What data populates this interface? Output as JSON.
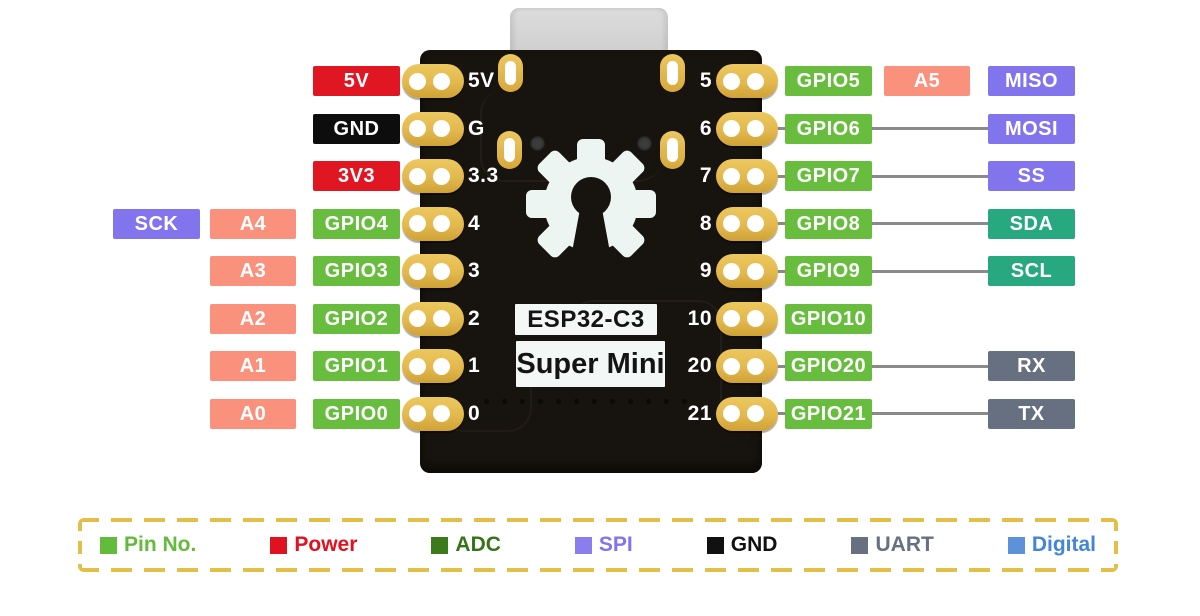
{
  "board": {
    "title_line1": "ESP32-C3",
    "title_line2": "Super Mini"
  },
  "colors": {
    "gpio": "#68bd3f",
    "power": "#e11623",
    "gnd": "#0d0d0d",
    "analog": "#f9917d",
    "spi": "#8174ec",
    "i2c": "#27a87e",
    "uart": "#667080",
    "line": "#8a8a8a",
    "pad_gold": "#e3b84e",
    "legend_border": "#e3bf47"
  },
  "left_rows": [
    {
      "silk": "5V",
      "chips": [
        {
          "text": "5V",
          "type": "power",
          "col": 0
        }
      ]
    },
    {
      "silk": "G",
      "chips": [
        {
          "text": "GND",
          "type": "gnd",
          "col": 0
        }
      ]
    },
    {
      "silk": "3.3",
      "chips": [
        {
          "text": "3V3",
          "type": "power",
          "col": 0
        }
      ]
    },
    {
      "silk": "4",
      "chips": [
        {
          "text": "GPIO4",
          "type": "gpio",
          "col": 0
        },
        {
          "text": "A4",
          "type": "analog",
          "col": 1
        },
        {
          "text": "SCK",
          "type": "spi",
          "col": 2
        }
      ]
    },
    {
      "silk": "3",
      "chips": [
        {
          "text": "GPIO3",
          "type": "gpio",
          "col": 0
        },
        {
          "text": "A3",
          "type": "analog",
          "col": 1
        }
      ]
    },
    {
      "silk": "2",
      "chips": [
        {
          "text": "GPIO2",
          "type": "gpio",
          "col": 0
        },
        {
          "text": "A2",
          "type": "analog",
          "col": 1
        }
      ]
    },
    {
      "silk": "1",
      "chips": [
        {
          "text": "GPIO1",
          "type": "gpio",
          "col": 0
        },
        {
          "text": "A1",
          "type": "analog",
          "col": 1
        }
      ]
    },
    {
      "silk": "0",
      "chips": [
        {
          "text": "GPIO0",
          "type": "gpio",
          "col": 0
        },
        {
          "text": "A0",
          "type": "analog",
          "col": 1
        }
      ]
    }
  ],
  "right_rows": [
    {
      "silk": "5",
      "line": false,
      "chips": [
        {
          "text": "GPIO5",
          "type": "gpio",
          "col": 0
        },
        {
          "text": "A5",
          "type": "analog",
          "col": 1
        },
        {
          "text": "MISO",
          "type": "spi",
          "col": 2
        }
      ]
    },
    {
      "silk": "6",
      "line": true,
      "chips": [
        {
          "text": "GPIO6",
          "type": "gpio",
          "col": 0
        },
        {
          "text": "MOSI",
          "type": "spi",
          "col": 2
        }
      ]
    },
    {
      "silk": "7",
      "line": true,
      "chips": [
        {
          "text": "GPIO7",
          "type": "gpio",
          "col": 0
        },
        {
          "text": "SS",
          "type": "spi",
          "col": 2
        }
      ]
    },
    {
      "silk": "8",
      "line": true,
      "chips": [
        {
          "text": "GPIO8",
          "type": "gpio",
          "col": 0
        },
        {
          "text": "SDA",
          "type": "i2c",
          "col": 2
        }
      ]
    },
    {
      "silk": "9",
      "line": true,
      "chips": [
        {
          "text": "GPIO9",
          "type": "gpio",
          "col": 0
        },
        {
          "text": "SCL",
          "type": "i2c",
          "col": 2
        }
      ]
    },
    {
      "silk": "10",
      "line": false,
      "chips": [
        {
          "text": "GPIO10",
          "type": "gpio",
          "col": 0
        }
      ]
    },
    {
      "silk": "20",
      "line": true,
      "chips": [
        {
          "text": "GPIO20",
          "type": "gpio",
          "col": 0
        },
        {
          "text": "RX",
          "type": "uart",
          "col": 2
        }
      ]
    },
    {
      "silk": "21",
      "line": true,
      "chips": [
        {
          "text": "GPIO21",
          "type": "gpio",
          "col": 0
        },
        {
          "text": "TX",
          "type": "uart",
          "col": 2
        }
      ]
    }
  ],
  "legend": {
    "items": [
      {
        "label": "Pin No.",
        "color": "#63bb3c",
        "swatch": "#63bb3c"
      },
      {
        "label": "Power",
        "color": "#e0121f",
        "swatch": "#e0121f"
      },
      {
        "label": "ADC",
        "color": "#38731a",
        "swatch": "#3d7a1e"
      },
      {
        "label": "SPI",
        "color": "#8174ec",
        "swatch": "#8a7df0"
      },
      {
        "label": "GND",
        "color": "#111111",
        "swatch": "#111111"
      },
      {
        "label": "UART",
        "color": "#667080",
        "swatch": "#667080"
      },
      {
        "label": "Digital",
        "color": "#4385d6",
        "swatch": "#5d91da"
      }
    ]
  }
}
